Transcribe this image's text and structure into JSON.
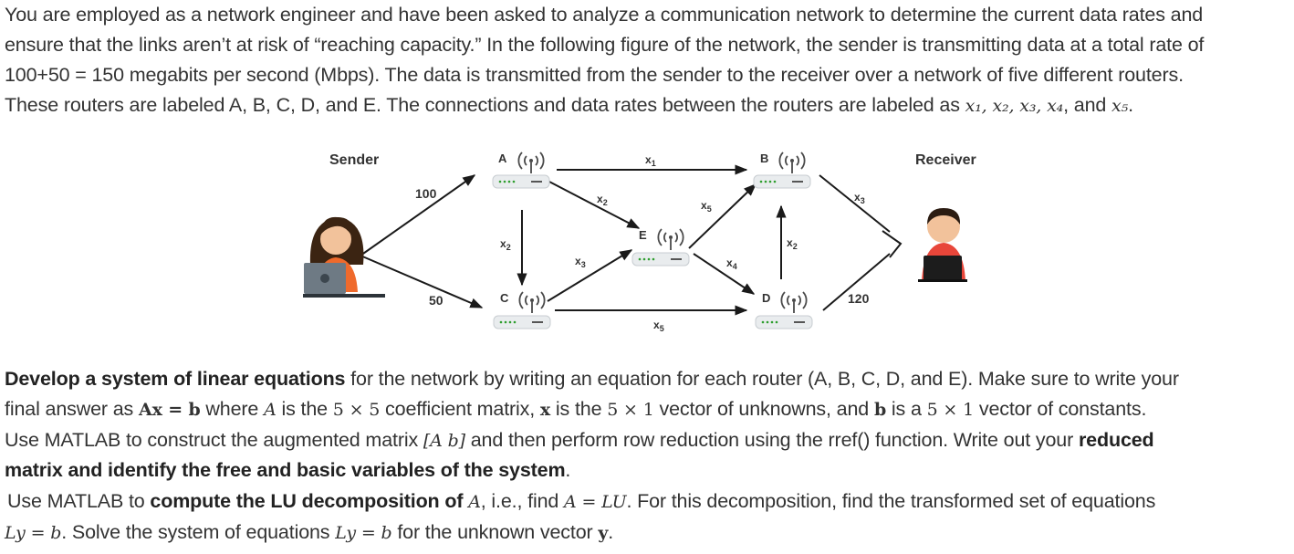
{
  "intro": {
    "line1": "You are employed as a network engineer and have been asked to analyze a communication network to determine the current data rates and",
    "line2": "ensure that the links aren’t at risk of “reaching capacity.” In the following figure of the network, the sender is transmitting data at a total rate of",
    "line3": "100+50 = 150 megabits per second (Mbps). The data is transmitted from the sender to the receiver over a network of five different routers.",
    "line4_text": "These routers are labeled A, B, C, D, and E. The connections and data rates between the routers are labeled as ",
    "line4_vars": "x₁, x₂, x₃, x₄",
    "line4_and": ", and ",
    "line4_last": "x₅",
    "line4_end": "."
  },
  "diagram": {
    "sender_label": "Sender",
    "receiver_label": "Receiver",
    "routers": {
      "a": "A",
      "b": "B",
      "c": "C",
      "d": "D",
      "e": "E"
    },
    "rates": {
      "in_top": "100",
      "in_bottom": "50",
      "out_bottom": "120"
    },
    "var_letter": "x",
    "subs": {
      "ab": "1",
      "ae": "2",
      "ac": "2",
      "ce": "3",
      "eb": "5",
      "ed": "4",
      "bd": "2",
      "cd": "5",
      "br": "3"
    },
    "colors": {
      "line": "#1a1a1a",
      "router_body": "#e9ecee",
      "router_led": "#2e9e2e",
      "wifi": "#4a4a4a"
    }
  },
  "questions": {
    "q1_bold": "Develop a system of linear equations",
    "q1_text": " for the network by writing an equation for each router (A, B, C, D, and E). Make sure to write your",
    "q1_l2a": "final answer as ",
    "q1_eq": "Ax = b",
    "q1_l2b": " where ",
    "q1_A": "A",
    "q1_l2c": " is the ",
    "q1_dim1": "5 × 5",
    "q1_l2d": " coefficient matrix, ",
    "q1_x": "x",
    "q1_l2e": " is the ",
    "q1_dim2": "5 × 1",
    "q1_l2f": " vector of unknowns, and ",
    "q1_b": "b",
    "q1_l2g": " is a ",
    "q1_dim3": "5 × 1",
    "q1_l2h": " vector of constants.",
    "q2_text": "Use MATLAB to construct the augmented matrix ",
    "q2_aug": "[A b]",
    "q2_text2": " and then perform row reduction using the rref() function. Write out your ",
    "q2_bold1": "reduced",
    "q2_bold2": "matrix and identify the free and basic variables of the system",
    "q2_end": ".",
    "q3_text": "Use MATLAB to ",
    "q3_bold": "compute the LU decomposition of ",
    "q3_A": "A",
    "q3_text2": ", i.e., find ",
    "q3_eq": "A = LU",
    "q3_text3": ". For this decomposition, find the transformed set of equations",
    "q4_eq1": "Ly = b",
    "q4_text": ". Solve the system of equations ",
    "q4_eq2": "Ly = b",
    "q4_text2": " for the unknown vector ",
    "q4_y": "y",
    "q4_end": "."
  }
}
